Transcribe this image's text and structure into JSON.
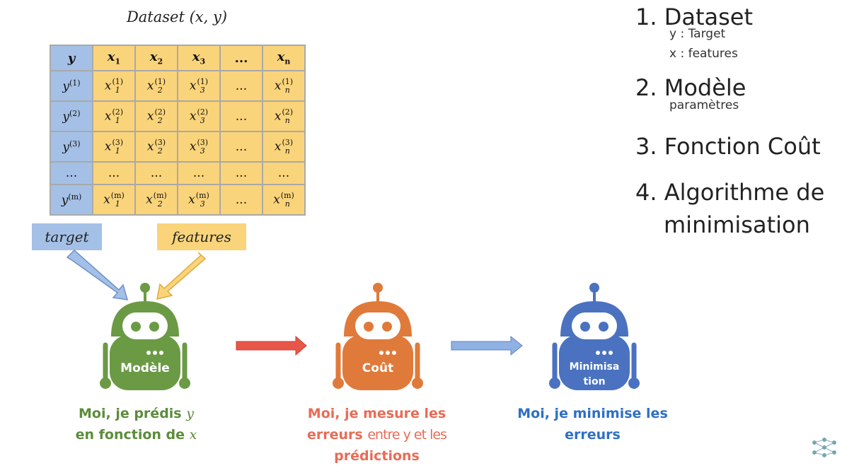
{
  "dataset": {
    "title": "Dataset (x, y)",
    "header": [
      "y",
      "x",
      "x",
      "x",
      "...",
      "x"
    ],
    "header_subscripts": [
      "",
      "1",
      "2",
      "3",
      "",
      "n"
    ],
    "rows": [
      {
        "base": [
          "y",
          "x",
          "x",
          "x",
          "...",
          "x"
        ],
        "sub": [
          "",
          "1",
          "2",
          "3",
          "",
          "n"
        ],
        "sup": [
          "(1)",
          "(1)",
          "(1)",
          "(1)",
          "",
          "(1)"
        ]
      },
      {
        "base": [
          "y",
          "x",
          "x",
          "x",
          "...",
          "x"
        ],
        "sub": [
          "",
          "1",
          "2",
          "3",
          "",
          "n"
        ],
        "sup": [
          "(2)",
          "(2)",
          "(2)",
          "(2)",
          "",
          "(2)"
        ]
      },
      {
        "base": [
          "y",
          "x",
          "x",
          "x",
          "...",
          "x"
        ],
        "sub": [
          "",
          "1",
          "2",
          "3",
          "",
          "n"
        ],
        "sup": [
          "(3)",
          "(3)",
          "(3)",
          "(3)",
          "",
          "(3)"
        ]
      },
      {
        "base": [
          "...",
          "...",
          "...",
          "...",
          "...",
          "..."
        ],
        "sub": [
          "",
          "",
          "",
          "",
          "",
          ""
        ],
        "sup": [
          "",
          "",
          "",
          "",
          "",
          ""
        ]
      },
      {
        "base": [
          "y",
          "x",
          "x",
          "x",
          "...",
          "x"
        ],
        "sub": [
          "",
          "1",
          "2",
          "3",
          "",
          "n"
        ],
        "sup": [
          "(m)",
          "(m)",
          "(m)",
          "(m)",
          "",
          "(m)"
        ]
      }
    ]
  },
  "labels": {
    "target": "target",
    "features": "features"
  },
  "robots": [
    {
      "label": "Modèle",
      "color": "#6b9a45"
    },
    {
      "label_line1": "Coût",
      "color": "#e07a3a"
    },
    {
      "label_line1": "Minimisa",
      "label_line2": "tion",
      "color": "#4a72c0"
    }
  ],
  "captions": {
    "modele": {
      "line1_pre": "Moi, je prédis ",
      "line1_var": "y",
      "line2_pre": "en fonction de ",
      "line2_var": "x"
    },
    "cout": {
      "line1": "Moi, je mesure les",
      "line2_a": "erreurs ",
      "line2_b": "entre y et les",
      "line3": "prédictions"
    },
    "min": {
      "line1": "Moi, je minimise les",
      "line2": "erreurs"
    }
  },
  "steps": {
    "s1": "1. Dataset",
    "s1a": "y : Target",
    "s1b": "x : features",
    "s2": "2. Modèle",
    "s2a": "paramètres",
    "s3": "3. Fonction Coût",
    "s4": "4. Algorithme de",
    "s4b": "minimisation"
  },
  "colors": {
    "target_blue": "#a4c0e6",
    "features_yellow": "#fad47a",
    "arrow_red": "#e8564a",
    "arrow_blue": "#8fb1e3"
  }
}
